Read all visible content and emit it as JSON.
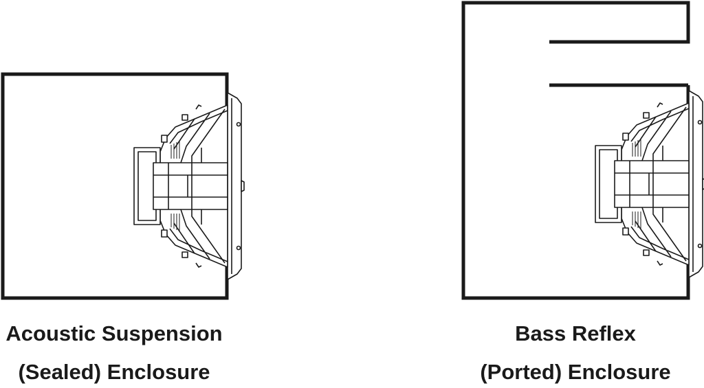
{
  "figure": {
    "sealed": {
      "caption_line1": "Acoustic Suspension",
      "caption_line2": "(Sealed) Enclosure"
    },
    "ported": {
      "caption_line1": "Bass Reflex",
      "caption_line2": "(Ported) Enclosure"
    }
  },
  "colors": {
    "stroke": "#1a1a1a",
    "background": "#ffffff"
  },
  "icons": [
    "speaker-driver-icon"
  ]
}
